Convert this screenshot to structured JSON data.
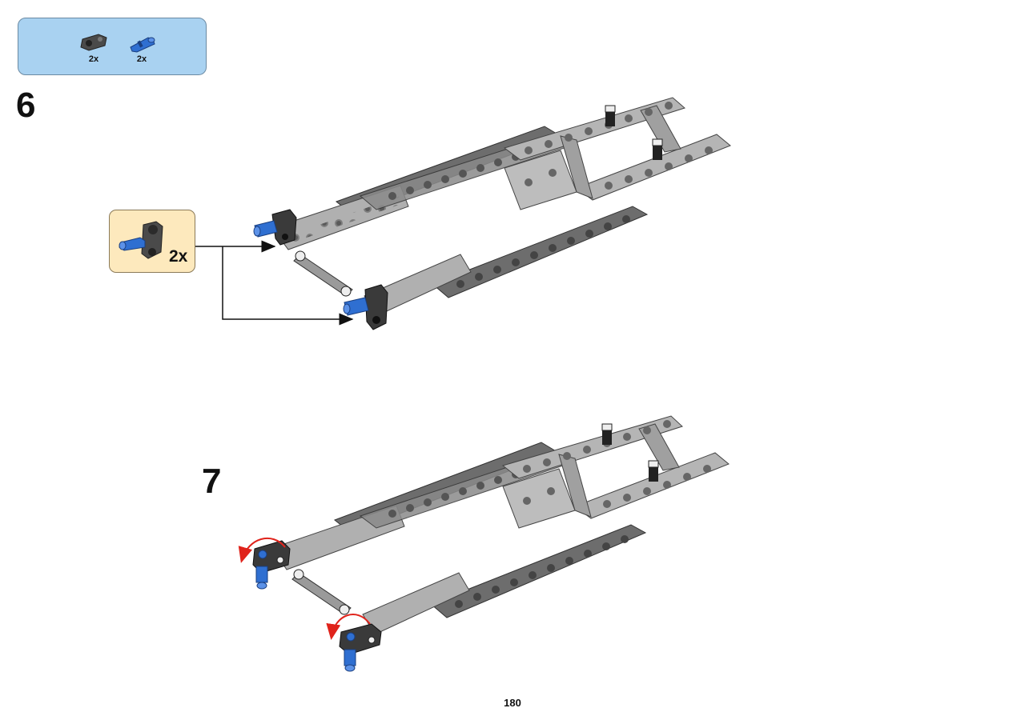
{
  "parts_list": {
    "items": [
      {
        "name": "connector",
        "qty": "2x",
        "color": "#3c3c3c"
      },
      {
        "name": "blue-pin",
        "qty": "2x",
        "color": "#2f6fd1"
      }
    ]
  },
  "steps": [
    {
      "number": "6",
      "callout": {
        "qty": "2x"
      }
    },
    {
      "number": "7"
    }
  ],
  "page": {
    "number": "180"
  },
  "colors": {
    "parts_box_bg": "#a9d2f1",
    "callout_bg": "#fde9bd",
    "beam_light": "#b0b0b0",
    "beam_dark": "#6d6d6d",
    "pin_blue": "#2f6fd1",
    "rotation_arrow": "#e0231b"
  }
}
